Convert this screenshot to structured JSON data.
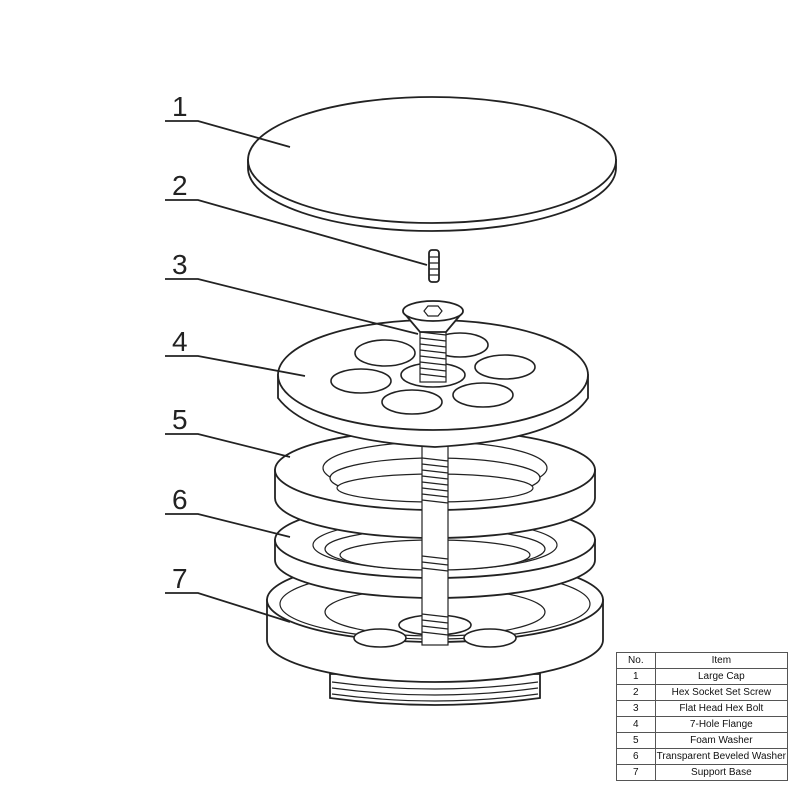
{
  "callouts": [
    {
      "num": "1",
      "item": "Large Cap"
    },
    {
      "num": "2",
      "item": "Hex Socket Set Screw"
    },
    {
      "num": "3",
      "item": "Flat Head Hex Bolt"
    },
    {
      "num": "4",
      "item": "7-Hole Flange"
    },
    {
      "num": "5",
      "item": "Foam Washer"
    },
    {
      "num": "6",
      "item": "Transparent Beveled Washer"
    },
    {
      "num": "7",
      "item": "Support Base"
    }
  ],
  "table": {
    "header": {
      "no": "No.",
      "item": "Item"
    },
    "rows": [
      {
        "no": "1",
        "item": "Large Cap"
      },
      {
        "no": "2",
        "item": "Hex Socket Set Screw"
      },
      {
        "no": "3",
        "item": "Flat Head Hex Bolt"
      },
      {
        "no": "4",
        "item": "7-Hole Flange"
      },
      {
        "no": "5",
        "item": "Foam Washer"
      },
      {
        "no": "6",
        "item": "Transparent Beveled Washer"
      },
      {
        "no": "7",
        "item": "Support Base"
      }
    ]
  },
  "colors": {
    "line": "#222222",
    "background": "#ffffff"
  }
}
